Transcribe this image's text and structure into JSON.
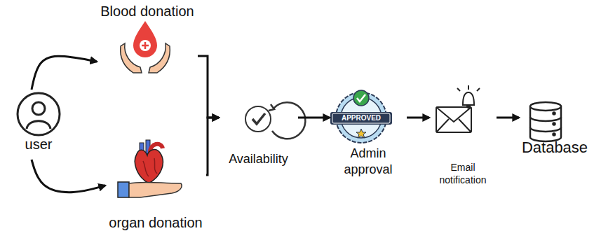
{
  "diagram": {
    "nodes": [
      {
        "text": [
          "user"
        ]
      },
      {
        "text": [
          "Blood donation"
        ]
      },
      {
        "text": [
          "organ donation"
        ]
      },
      {
        "text": [
          "Availability"
        ]
      },
      {
        "text": [
          "Admin approval"
        ]
      },
      {
        "text": [
          "Email notification"
        ]
      },
      {
        "text": [
          "Database"
        ]
      }
    ],
    "edges": [
      {
        "from": 0,
        "to": 1,
        "arrow": "to"
      },
      {
        "from": 0,
        "to": 2,
        "arrow": "to"
      },
      {
        "from": 1,
        "to": 3,
        "arrow": "to"
      },
      {
        "from": 2,
        "to": 3,
        "arrow": "to"
      },
      {
        "from": 3,
        "to": 4,
        "arrow": "to"
      },
      {
        "from": 4,
        "to": 5,
        "arrow": "to"
      },
      {
        "from": 5,
        "to": 6,
        "arrow": "to"
      }
    ],
    "labels": [
      "APPROVED"
    ]
  }
}
